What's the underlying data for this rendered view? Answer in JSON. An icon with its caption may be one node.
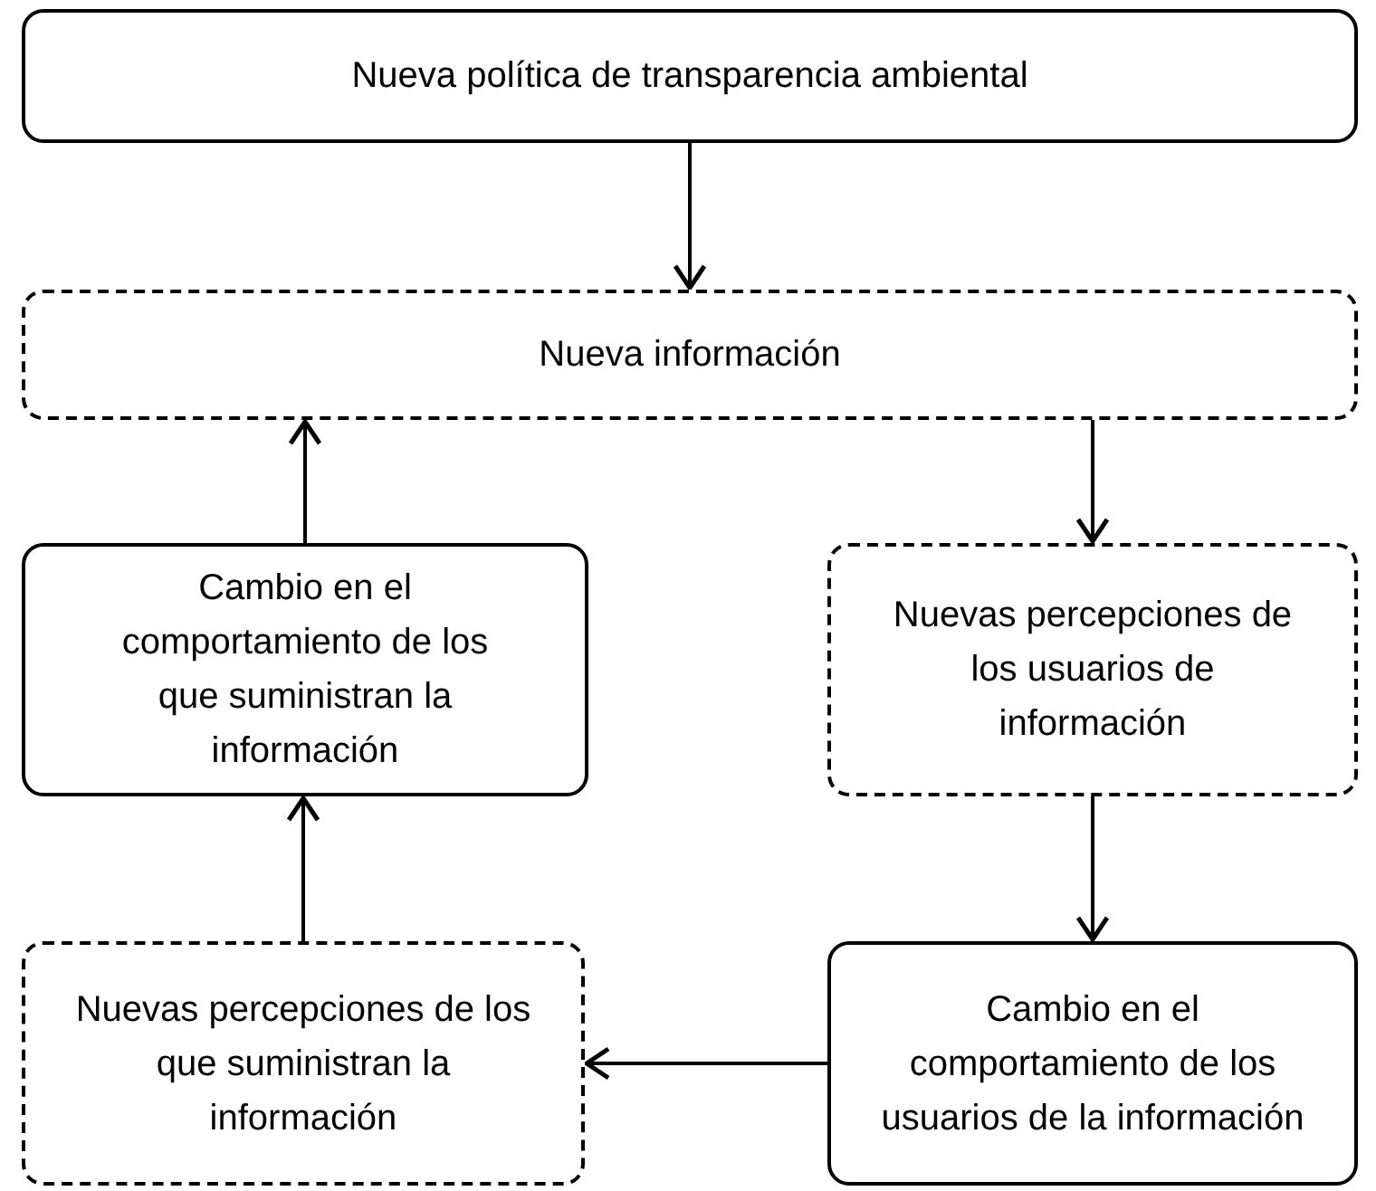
{
  "diagram": {
    "nodes": [
      {
        "text": [
          "Nueva política de transparencia ambiental"
        ]
      },
      {
        "text": [
          "Nueva información"
        ]
      },
      {
        "text": [
          "Cambio en el comportamiento de los que suministran la información"
        ]
      },
      {
        "text": [
          "Nuevas percepciones de los usuarios de información"
        ]
      },
      {
        "text": [
          "Nuevas percepciones de los que suministran la información"
        ]
      },
      {
        "text": [
          "Cambio en el comportamiento de los usuarios de la información"
        ]
      }
    ],
    "edges": [
      {
        "from": 0,
        "to": 1,
        "arrow": "to"
      },
      {
        "from": 2,
        "to": 1,
        "arrow": "to"
      },
      {
        "from": 1,
        "to": 3,
        "arrow": "to"
      },
      {
        "from": 3,
        "to": 5,
        "arrow": "to"
      },
      {
        "from": 5,
        "to": 4,
        "arrow": "to"
      },
      {
        "from": 4,
        "to": 2,
        "arrow": "to"
      }
    ]
  }
}
